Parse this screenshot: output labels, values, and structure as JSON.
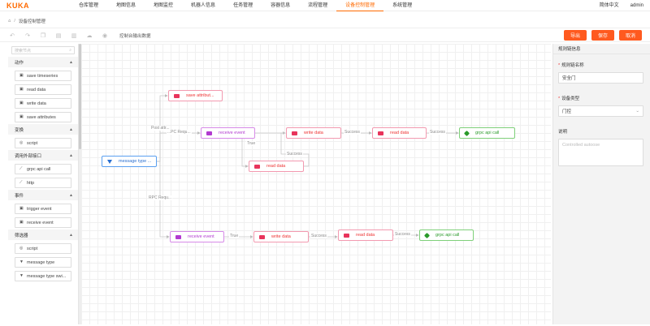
{
  "header": {
    "logo": "KUKA",
    "nav": [
      "仓库管理",
      "地图信息",
      "地图监控",
      "机器人信息",
      "任务管理",
      "容器信息",
      "流程管理",
      "设备控制管理",
      "系统管理"
    ],
    "active_index": 7,
    "language": "简体中文",
    "user": "admin"
  },
  "breadcrumb": {
    "current": "设备控制管理"
  },
  "toolbar": {
    "label": "控制台输出数据"
  },
  "actions": {
    "export": "导出",
    "save": "保存",
    "cancel": "取消"
  },
  "sidebar": {
    "search_placeholder": "搜索节点",
    "groups": [
      {
        "title": "动作",
        "items": [
          "save timeseries",
          "read data",
          "write data",
          "save attributes"
        ]
      },
      {
        "title": "变换",
        "items": [
          "script"
        ]
      },
      {
        "title": "调用外部接口",
        "items": [
          "grpc api call",
          "http"
        ]
      },
      {
        "title": "事件",
        "items": [
          "trigger event",
          "receive event"
        ]
      },
      {
        "title": "筛选器",
        "items": [
          "script",
          "message type",
          "message type swi..."
        ]
      }
    ]
  },
  "nodes": {
    "save_attr": "save attribut...",
    "message_type": "message type ...",
    "receive1": "receive event",
    "write1": "write data",
    "read1": "read data",
    "grpc1": "grpc api call",
    "read_mid": "read data",
    "receive2": "receive event",
    "write2": "write data",
    "read2": "read data",
    "grpc2": "grpc api call"
  },
  "edge_labels": {
    "post_attr": "Post attr...",
    "rpc1": "...PC Requ...",
    "true1": "True",
    "success1": "Success",
    "success2": "Success",
    "success_mid": "Success",
    "rpc2": "RPC Requ...",
    "true2": "True",
    "success3": "Success",
    "success4": "Success"
  },
  "panel": {
    "title": "规则链信息",
    "name_label": "规则链名称",
    "name_value": "安全门",
    "type_label": "设备类型",
    "type_value": "门控",
    "desc_label": "说明",
    "desc_placeholder": "Controlled autoose"
  },
  "colors": {
    "accent": "#ff5a1f",
    "node_pink": "#e8345c",
    "node_purple": "#b23ad0",
    "node_green": "#2a9a2a",
    "node_blue": "#2a6fd0"
  }
}
